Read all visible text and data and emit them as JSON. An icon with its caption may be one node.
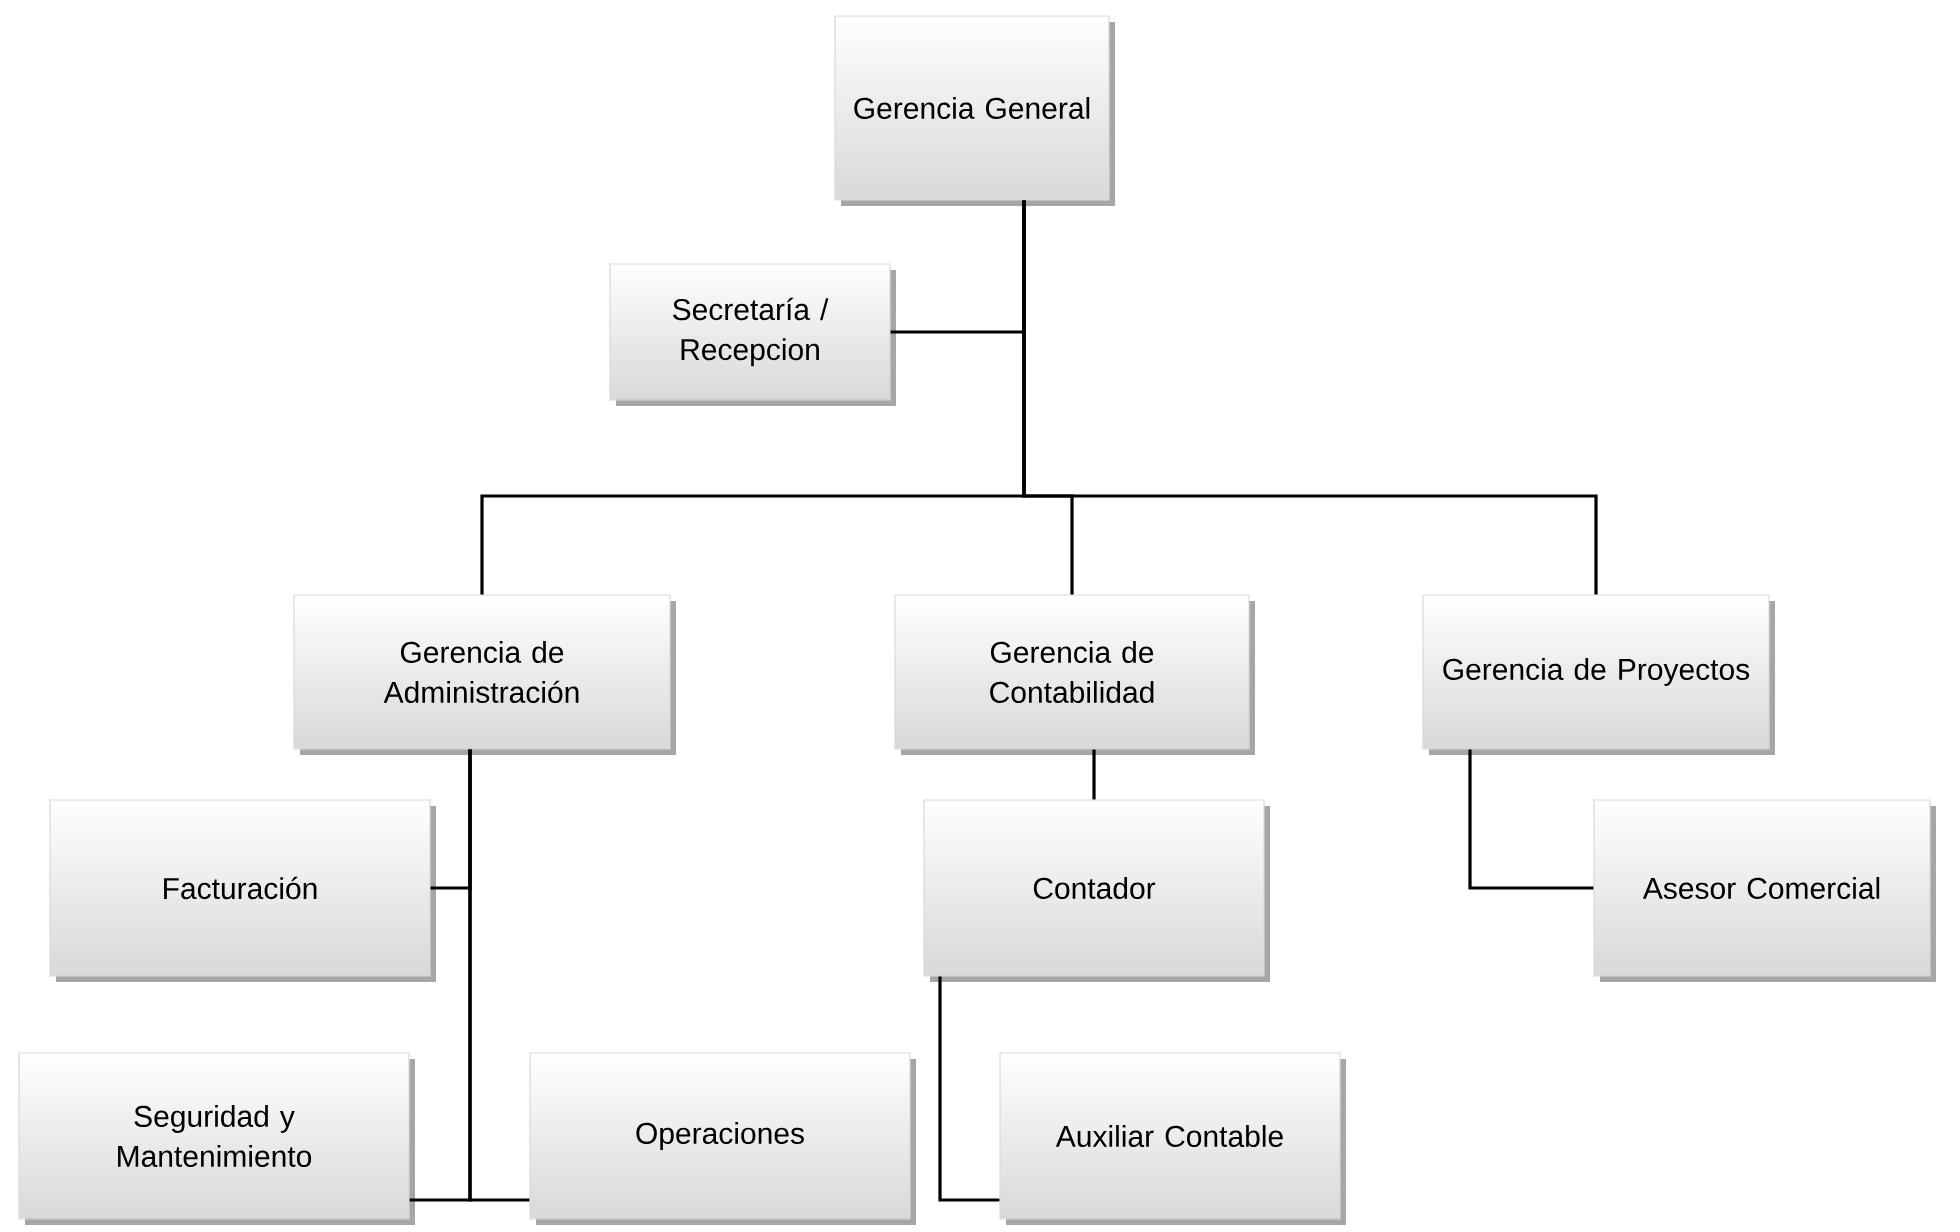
{
  "diagram": {
    "nodes": [
      {
        "text": [
          "Gerencia General"
        ]
      },
      {
        "text": [
          "Secretaría / Recepcion"
        ]
      },
      {
        "text": [
          "Gerencia de Administración"
        ]
      },
      {
        "text": [
          "Gerencia de Contabilidad"
        ]
      },
      {
        "text": [
          "Gerencia de Proyectos"
        ]
      },
      {
        "text": [
          "Facturación"
        ]
      },
      {
        "text": [
          "Contador"
        ]
      },
      {
        "text": [
          "Asesor Comercial"
        ]
      },
      {
        "text": [
          "Seguridad y Mantenimiento"
        ]
      },
      {
        "text": [
          "Operaciones"
        ]
      },
      {
        "text": [
          "Auxiliar Contable"
        ]
      }
    ],
    "edges": [
      {
        "from": 0,
        "to": 1,
        "arrow": "none"
      },
      {
        "from": 0,
        "to": 2,
        "arrow": "none"
      },
      {
        "from": 0,
        "to": 3,
        "arrow": "none"
      },
      {
        "from": 0,
        "to": 4,
        "arrow": "none"
      },
      {
        "from": 2,
        "to": 5,
        "arrow": "none"
      },
      {
        "from": 2,
        "to": 8,
        "arrow": "none"
      },
      {
        "from": 2,
        "to": 9,
        "arrow": "none"
      },
      {
        "from": 3,
        "to": 6,
        "arrow": "none"
      },
      {
        "from": 6,
        "to": 10,
        "arrow": "none"
      },
      {
        "from": 4,
        "to": 7,
        "arrow": "none"
      }
    ]
  }
}
